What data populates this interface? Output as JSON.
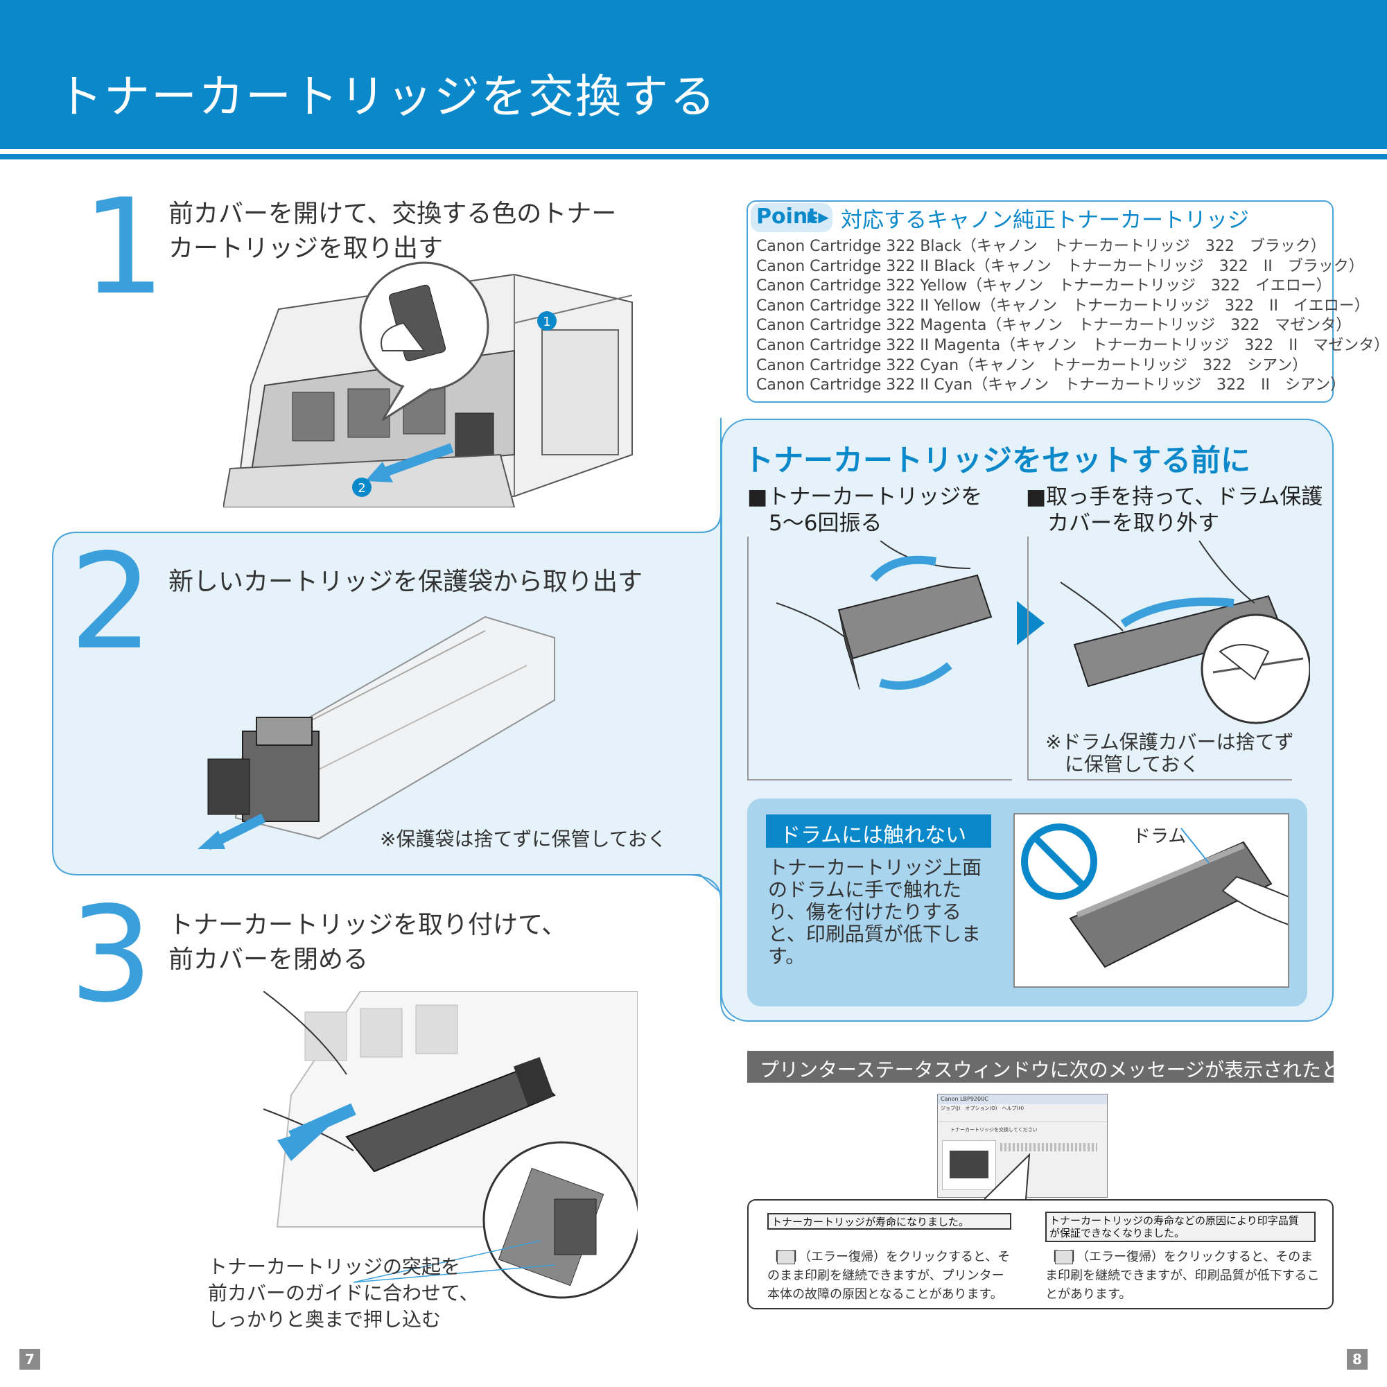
{
  "header": {
    "title": "トナーカートリッジを交換する"
  },
  "steps": [
    {
      "number": "1",
      "title_line1": "前カバーを開けて、交換する色のトナー",
      "title_line2": "カートリッジを取り出す",
      "callouts": [
        "1",
        "2"
      ]
    },
    {
      "number": "2",
      "title": "新しいカートリッジを保護袋から取り出す",
      "note": "※保護袋は捨てずに保管しておく"
    },
    {
      "number": "3",
      "title_line1": "トナーカートリッジを取り付けて、",
      "title_line2": "前カバーを閉める",
      "caption_lines": [
        "トナーカートリッジの突起を",
        "前カバーのガイドに合わせて、",
        "しっかりと奥まで押し込む"
      ]
    }
  ],
  "point": {
    "badge": "Point",
    "title": "対応するキャノン純正トナーカートリッジ",
    "items": [
      "Canon Cartridge 322 Black（キャノン　トナーカートリッジ　322　ブラック）",
      "Canon Cartridge 322 II Black（キャノン　トナーカートリッジ　322　II　ブラック）",
      "Canon Cartridge 322 Yellow（キャノン　トナーカートリッジ　322　イエロー）",
      "Canon Cartridge 322 II Yellow（キャノン　トナーカートリッジ　322　II　イエロー）",
      "Canon Cartridge 322 Magenta（キャノン　トナーカートリッジ　322　マゼンタ）",
      "Canon Cartridge 322 II Magenta（キャノン　トナーカートリッジ　322　II　マゼンタ）",
      "Canon Cartridge 322 Cyan（キャノン　トナーカートリッジ　322　シアン）",
      "Canon Cartridge 322 II Cyan（キャノン　トナーカートリッジ　322　II　シアン）"
    ]
  },
  "before_set": {
    "title": "トナーカートリッジをセットする前に",
    "left_head_line1": "■トナーカートリッジを",
    "left_head_line2": "　5〜6回振る",
    "right_head_line1": "■取っ手を持って、ドラム保護",
    "right_head_line2": "　カバーを取り外す",
    "right_note_line1": "※ドラム保護カバーは捨てず",
    "right_note_line2": "　に保管しておく"
  },
  "drum": {
    "badge": "ドラムには触れない",
    "text": "トナーカートリッジ上面のドラムに手で触れたり、傷を付けたりすると、印刷品質が低下します。",
    "label": "ドラム"
  },
  "status": {
    "heading": "プリンターステータスウィンドウに次のメッセージが表示されたとき",
    "left_label": "トナーカートリッジが寿命になりました。",
    "left_desc": "［　］（エラー復帰）をクリックすると、そのまま印刷を継続できますが、プリンター本体の故障の原因となることがあります。",
    "right_label_line1": "トナーカートリッジの寿命などの原因により印字品質",
    "right_label_line2": "が保証できなくなりました。",
    "right_desc": "［　］（エラー復帰）をクリックすると、そのまま印刷を継続できますが、印刷品質が低下することがあります。"
  },
  "window": {
    "title": "Canon LBP9200C",
    "menu": "ジョブ(J)　オプション(O)　ヘルプ(H)",
    "message": "トナーカートリッジを交換してください"
  },
  "pages": {
    "left": "7",
    "right": "8"
  },
  "colors": {
    "brand": "#0a88c9",
    "accent": "#3a9fdb",
    "panel": "#e5f2fa",
    "drum_panel": "#a9d4ee"
  }
}
